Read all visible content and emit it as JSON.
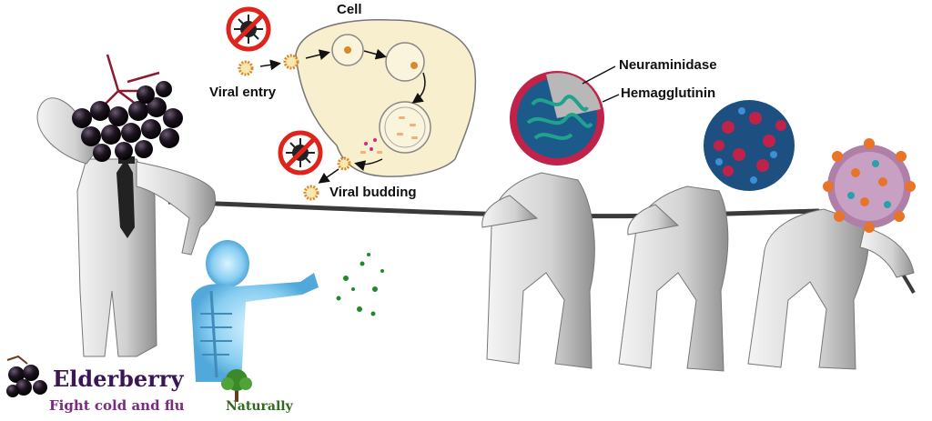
{
  "cell_diagram": {
    "title": "Cell",
    "entry_label": "Viral entry",
    "budding_label": "Viral budding"
  },
  "virus_labels": {
    "neuraminidase": "Neuraminidase",
    "hemagglutinin": "Hemagglutinin"
  },
  "branding": {
    "title": "Elderberry",
    "tagline": "Fight cold and flu",
    "naturally": "Naturally"
  },
  "colors": {
    "cell_fill": "#f8efcf",
    "brand_purple": "#3a1656",
    "tagline_purple": "#7a2a82",
    "prohibit_red": "#e0241b",
    "virus_orange": "#d88a2a",
    "virus_blue": "#1d5a8c",
    "virus_red": "#c0224a",
    "virus_teal": "#1fa28e",
    "figure_gray": "#d4d4d4",
    "body_blue": "#5ab8e8"
  }
}
